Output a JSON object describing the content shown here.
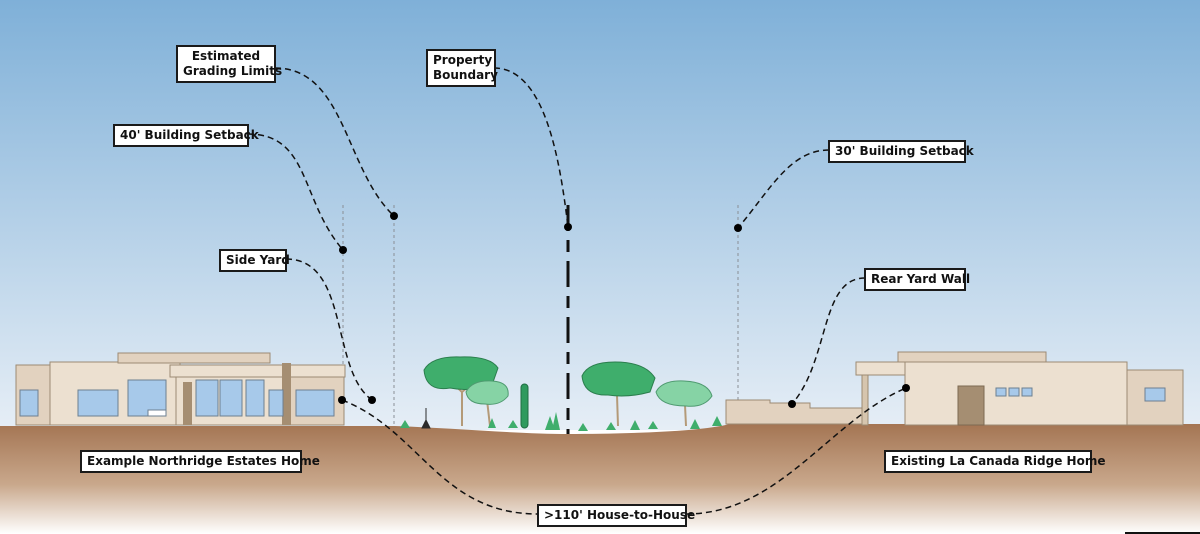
{
  "labels": {
    "grading_limits_line1": "Estimated",
    "grading_limits_line2": "Grading Limits",
    "property_boundary_line1": "Property",
    "property_boundary_line2": "Boundary",
    "building_setback_40": "40' Building Setback",
    "building_setback_30": "30' Building Setback",
    "side_yard": "Side Yard",
    "rear_yard_wall": "Rear Yard Wall",
    "example_home": "Example Northridge Estates Home",
    "existing_home": "Existing La Canada Ridge Home",
    "house_distance": ">110' House-to-House"
  },
  "colors": {
    "sky_top": "#7fb0d8",
    "sky_bottom": "#e6eef6",
    "ground_top": "#a47553",
    "ground_bottom": "#ffffff",
    "house_wall": "#e9dccb",
    "house_trim": "#bda98f",
    "window": "#9fc3e6",
    "tree_canopy": "#3aa567",
    "tree_canopy_light": "#7fd0a0",
    "leader_line": "#111111"
  }
}
